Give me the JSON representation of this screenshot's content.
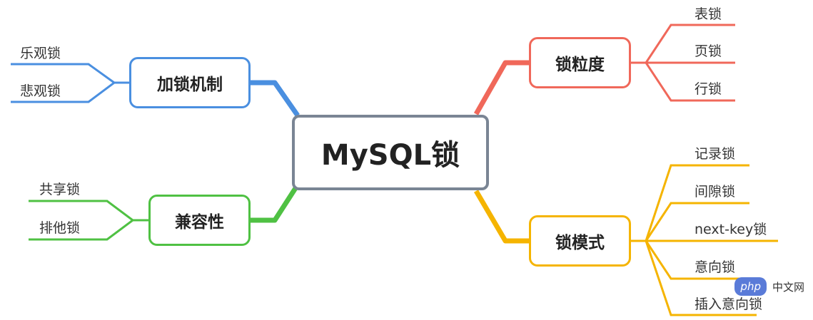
{
  "center": {
    "label": "MySQL锁"
  },
  "branches": {
    "locking_mechanism": {
      "label": "加锁机制",
      "color": "#4a8fe0",
      "leaves": [
        "乐观锁",
        "悲观锁"
      ]
    },
    "compatibility": {
      "label": "兼容性",
      "color": "#4fc143",
      "leaves": [
        "共享锁",
        "排他锁"
      ]
    },
    "granularity": {
      "label": "锁粒度",
      "color": "#f0685a",
      "leaves": [
        "表锁",
        "页锁",
        "行锁"
      ]
    },
    "mode": {
      "label": "锁模式",
      "color": "#f5b400",
      "leaves": [
        "记录锁",
        "间隙锁",
        "next-key锁",
        "意向锁",
        "插入意向锁"
      ]
    }
  },
  "watermark": {
    "badge": "php",
    "text": "中文网"
  }
}
